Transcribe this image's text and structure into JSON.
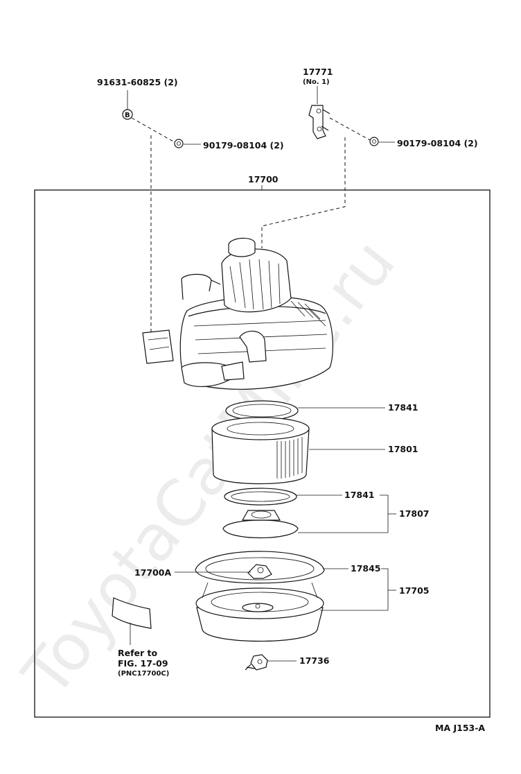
{
  "watermark": "ToyotaCatMine.ru",
  "fastener_marker": "B",
  "labels": {
    "bolt_top": "91631-60825 (2)",
    "clip_part": "17771",
    "clip_qualifier": "(No. 1)",
    "nut_left": "90179-08104 (2)",
    "nut_right": "90179-08104 (2)",
    "assembly": "17700",
    "seal_upper": "17841",
    "filter_element": "17801",
    "seal_lower": "17841",
    "sub_assembly_17807": "17807",
    "gasket": "17845",
    "damper_17700A": "17700A",
    "case_assembly_17705": "17705",
    "clip_bottom": "17736",
    "refer_line1": "Refer to",
    "refer_line2": "FIG. 17-09",
    "refer_line3": "(PNC17700C)",
    "figure_code": "MA  J153-A"
  }
}
